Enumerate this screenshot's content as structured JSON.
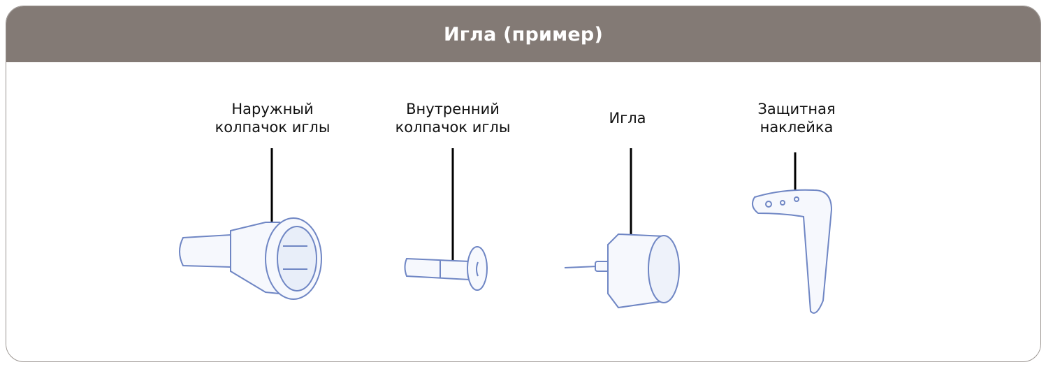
{
  "header": {
    "title": "Игла (пример)"
  },
  "parts": [
    {
      "label_line1": "Наружный",
      "label_line2": "колпачок иглы",
      "icon": "outer-needle-cap"
    },
    {
      "label_line1": "Внутренний",
      "label_line2": "колпачок иглы",
      "icon": "inner-needle-cap"
    },
    {
      "label_line1": "Игла",
      "label_line2": "",
      "icon": "needle"
    },
    {
      "label_line1": "Защитная",
      "label_line2": "наклейка",
      "icon": "protective-tab"
    }
  ],
  "colors": {
    "header": "#837a75",
    "drawing": "#6f86c4"
  }
}
